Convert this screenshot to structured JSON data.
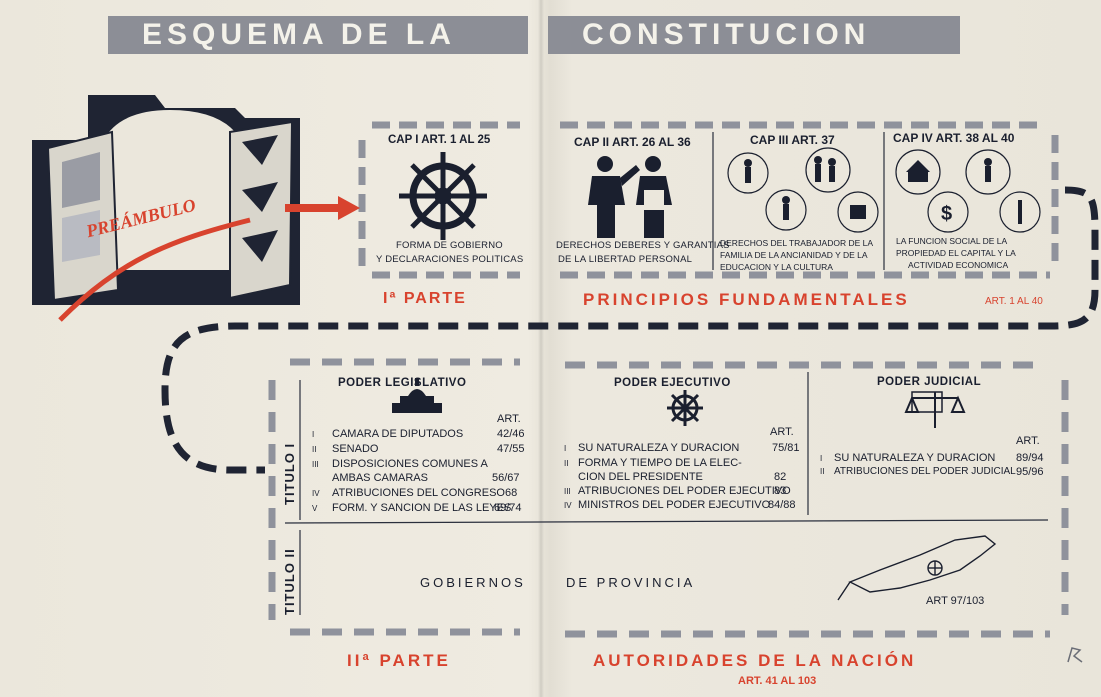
{
  "title": {
    "left": "ESQUEMA  DE LA",
    "right": "CONSTITUCION"
  },
  "preambulo": "PREÁMBULO",
  "parte1": {
    "label": "Iª PARTE",
    "heading": "PRINCIPIOS    FUNDAMENTALES",
    "heading_art": "ART. 1 AL 40",
    "cap1": {
      "title": "CAP I ART. 1 AL 25",
      "text1": "FORMA DE GOBIERNO",
      "text2": "Y DECLARACIONES POLITICAS"
    },
    "cap2": {
      "title": "CAP II ART. 26 AL 36",
      "text1": "DERECHOS DEBERES Y GARANTIAS",
      "text2": "DE LA LIBERTAD PERSONAL"
    },
    "cap3": {
      "title": "CAP III ART. 37",
      "text1": "DERECHOS DEL TRABAJADOR DE LA",
      "text2": "FAMILIA DE LA ANCIANIDAD Y DE LA",
      "text3": "EDUCACION Y LA CULTURA"
    },
    "cap4": {
      "title": "CAP IV ART. 38 AL 40",
      "text1": "LA FUNCION SOCIAL DE LA",
      "text2": "PROPIEDAD EL CAPITAL Y LA",
      "text3": "ACTIVIDAD ECONOMICA"
    }
  },
  "parte2": {
    "label": "IIª PARTE",
    "heading": "AUTORIDADES  DE LA NACIÓN",
    "heading_art": "ART. 41 AL 103",
    "titulo1": "TITULO I",
    "titulo2": "TITULO II",
    "legislativo": {
      "title": "PODER LEGISLATIVO",
      "art": "ART.",
      "items": [
        {
          "num": "I",
          "label": "CAMARA DE DIPUTADOS",
          "art": "42/46"
        },
        {
          "num": "II",
          "label": "SENADO",
          "art": "47/55"
        },
        {
          "num": "III",
          "label": "DISPOSICIONES COMUNES A",
          "art": ""
        },
        {
          "num": "",
          "label": "AMBAS CAMARAS",
          "art": "56/67"
        },
        {
          "num": "IV",
          "label": "ATRIBUCIONES DEL CONGRESO",
          "art": "68"
        },
        {
          "num": "V",
          "label": "FORM. Y SANCION DE LAS LEYES",
          "art": "69/74"
        }
      ]
    },
    "ejecutivo": {
      "title": "PODER EJECUTIVO",
      "art": "ART.",
      "items": [
        {
          "num": "I",
          "label": "SU NATURALEZA Y DURACION",
          "art": "75/81"
        },
        {
          "num": "II",
          "label": "FORMA Y TIEMPO DE LA ELEC-",
          "art": ""
        },
        {
          "num": "",
          "label": "CION DEL PRESIDENTE",
          "art": "82"
        },
        {
          "num": "III",
          "label": "ATRIBUCIONES DEL PODER EJECUTIVO",
          "art": "83"
        },
        {
          "num": "IV",
          "label": "MINISTROS DEL PODER EJECUTIVO",
          "art": "84/88"
        }
      ]
    },
    "judicial": {
      "title": "PODER JUDICIAL",
      "art": "ART.",
      "items": [
        {
          "num": "I",
          "label": "SU NATURALEZA Y DURACION",
          "art": "89/94"
        },
        {
          "num": "II",
          "label": "ATRIBUCIONES DEL PODER JUDICIAL",
          "art": "95/96"
        }
      ]
    },
    "provincia": {
      "word1": "GOBIERNOS",
      "word2": "DE  PROVINCIA",
      "art": "ART 97/103"
    }
  },
  "colors": {
    "navy": "#1a1f2e",
    "red": "#d8432e",
    "banner": "#8c8e96",
    "dash": "#8f929c",
    "paper": "#ebe7dc"
  }
}
